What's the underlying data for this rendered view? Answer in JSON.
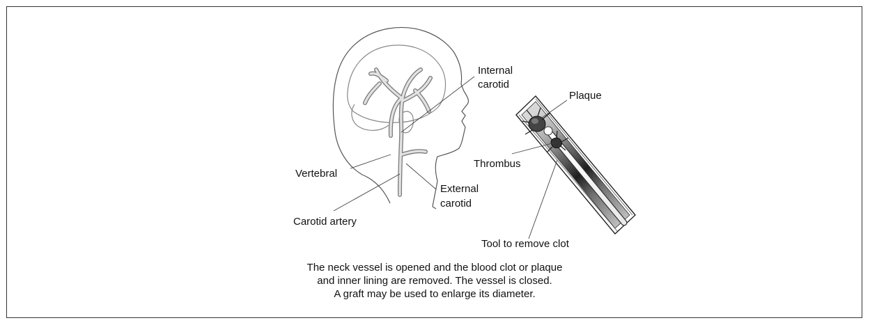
{
  "labels": {
    "internal_carotid_1": "Internal",
    "internal_carotid_2": "carotid",
    "plaque": "Plaque",
    "thrombus": "Thrombus",
    "vertebral": "Vertebral",
    "external_carotid_1": "External",
    "external_carotid_2": "carotid",
    "carotid_artery": "Carotid artery",
    "tool": "Tool to remove clot"
  },
  "caption": {
    "line1": "The neck vessel is opened and the blood clot or plaque",
    "line2": "and inner lining are removed. The vessel is closed.",
    "line3": "A graft may be used to enlarge its diameter."
  }
}
